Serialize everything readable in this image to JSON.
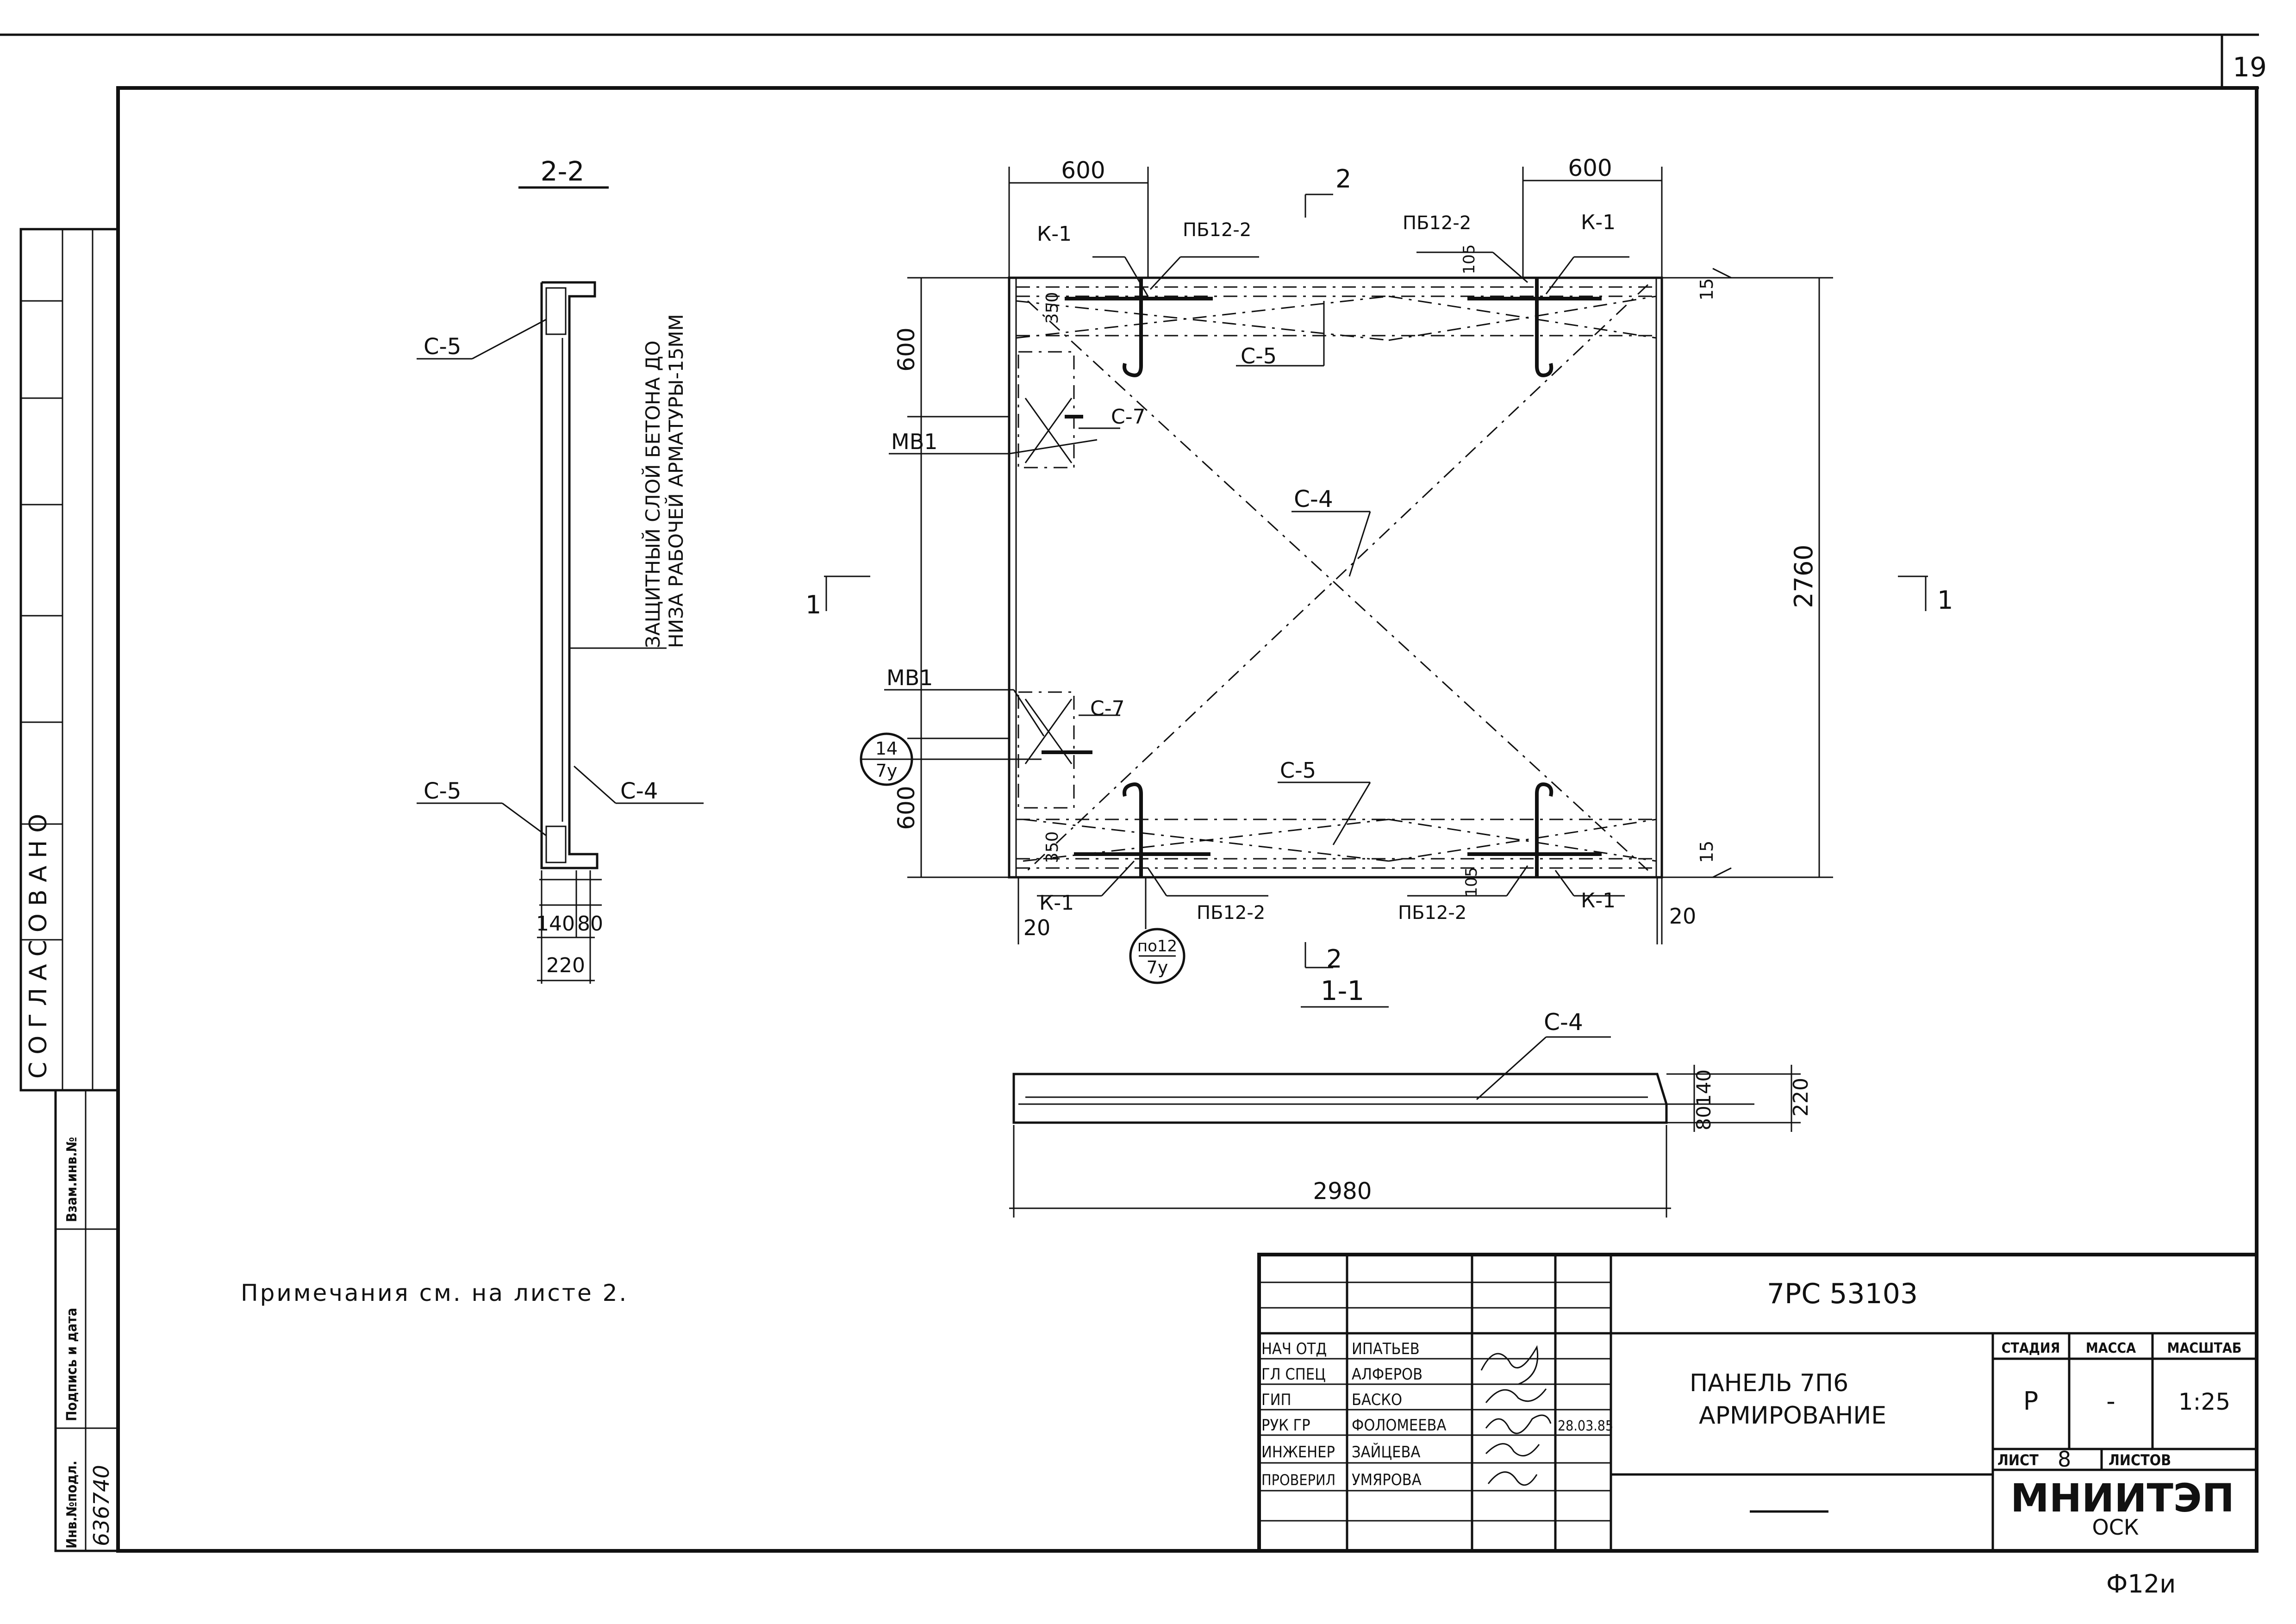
{
  "sheet_number": "19",
  "section_2_2": {
    "title": "2-2",
    "labels": {
      "c5_top": "С-5",
      "c5_bottom": "С-5",
      "c4": "С-4"
    },
    "dims": {
      "d140": "140",
      "d80": "80",
      "d220": "220"
    },
    "cover_note_line1": "ЗАЩИТНЫЙ СЛОЙ БЕТОНА ДО",
    "cover_note_line2": "НИЗА РАБОЧЕЙ АРМАТУРЫ-15ММ"
  },
  "plan": {
    "dims": {
      "top_left": "600",
      "top_right": "600",
      "left_top": "600",
      "left_bottom": "600",
      "right": "2760",
      "d350_top": "350",
      "d350_bottom": "350",
      "d105_top": "105",
      "d105_bottom": "105",
      "d15_top": "15",
      "d15_bottom": "15",
      "d20_left": "20",
      "d20_right": "20"
    },
    "labels": {
      "k1_tl": "К-1",
      "pb_tl": "ПБ12-2",
      "pb_tr": "ПБ12-2",
      "k1_tr": "К-1",
      "c5_top": "С-5",
      "mb1_top": "МВ1",
      "c7_top": "С-7",
      "c4": "С-4",
      "mb1_bottom": "МВ1",
      "c7_bottom": "С-7",
      "c5_bottom": "С-5",
      "k1_bl": "К-1",
      "pb_bl": "ПБ12-2",
      "pb_br": "ПБ12-2",
      "k1_br": "К-1"
    },
    "cut_markers": {
      "top": "2",
      "bottom": "2",
      "left": "1",
      "right": "1"
    },
    "ref_circle_1": {
      "top": "14",
      "bottom": "7у"
    },
    "ref_circle_2": {
      "top": "по12",
      "bottom": "7у"
    }
  },
  "section_1_1": {
    "title": "1-1",
    "c4": "С-4",
    "dims": {
      "length": "2980",
      "d140": "140",
      "d80": "80",
      "d220": "220"
    }
  },
  "note": "Примечания см. на листе 2.",
  "side_stamp": {
    "vertical_label": "СОГЛАСОВАНО",
    "col_inv_podl": "Инв.№подл.",
    "col_sign_date": "Подпись и дата",
    "col_vzam": "Взам.инв.№",
    "inv_number": "636740"
  },
  "title_block": {
    "code": "7РС 53103",
    "name_line1": "ПАНЕЛЬ 7П6",
    "name_line2": "АРМИРОВАНИЕ",
    "stage_hdr": "СТАДИЯ",
    "mass_hdr": "МАССА",
    "scale_hdr": "МАСШТАБ",
    "stage": "Р",
    "mass": "-",
    "scale": "1:25",
    "sheet_hdr": "ЛИСТ",
    "sheet": "8",
    "sheets_hdr": "ЛИСТОВ",
    "org": "МНИИТЭП",
    "org_sub": "ОСК",
    "date": "28.03.85",
    "staff": [
      {
        "role": "НАЧ ОТД",
        "name": "ИПАТЬЕВ"
      },
      {
        "role": "ГЛ СПЕЦ",
        "name": "АЛФЕРОВ"
      },
      {
        "role": "ГИП",
        "name": "БАСКО"
      },
      {
        "role": "РУК ГР",
        "name": "ФОЛОМЕЕВА"
      },
      {
        "role": "ИНЖЕНЕР",
        "name": "ЗАЙЦЕВА"
      },
      {
        "role": "ПРОВЕРИЛ",
        "name": "УМЯРОВА"
      }
    ]
  },
  "format_code": "Ф12и"
}
